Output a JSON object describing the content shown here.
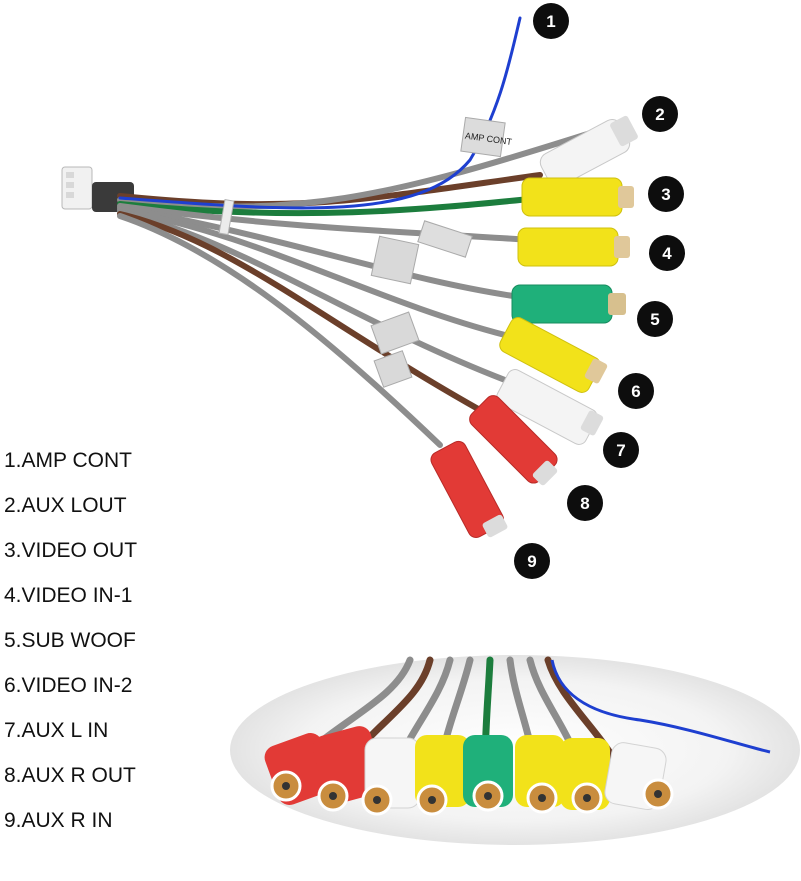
{
  "wire_tag_label": "AMP CONT",
  "connectors": [
    {
      "number": "1",
      "label": "AMP CONT",
      "color": "blue"
    },
    {
      "number": "2",
      "label": "AUX LOUT",
      "color": "white"
    },
    {
      "number": "3",
      "label": "VIDEO OUT",
      "color": "yellow"
    },
    {
      "number": "4",
      "label": "VIDEO IN-1",
      "color": "yellow"
    },
    {
      "number": "5",
      "label": "SUB WOOF",
      "color": "green"
    },
    {
      "number": "6",
      "label": "VIDEO IN-2",
      "color": "yellow"
    },
    {
      "number": "7",
      "label": "AUX L IN",
      "color": "white"
    },
    {
      "number": "8",
      "label": "AUX R OUT",
      "color": "red"
    },
    {
      "number": "9",
      "label": "AUX R IN",
      "color": "red"
    }
  ],
  "legend": [
    "1.AMP CONT",
    "2.AUX LOUT",
    "3.VIDEO OUT",
    "4.VIDEO IN-1",
    "5.SUB WOOF",
    "6.VIDEO IN-2",
    "7.AUX L IN",
    "8.AUX R OUT",
    "9.AUX R IN"
  ],
  "colors": {
    "blue": "#1e3fd0",
    "white": "#f4f4f4",
    "yellow": "#f2e21a",
    "green": "#1fb07a",
    "red": "#e23a36",
    "grey_wire": "#8d8d8d",
    "brown_wire": "#6b3f2a",
    "badge": "#0d0d0d"
  }
}
